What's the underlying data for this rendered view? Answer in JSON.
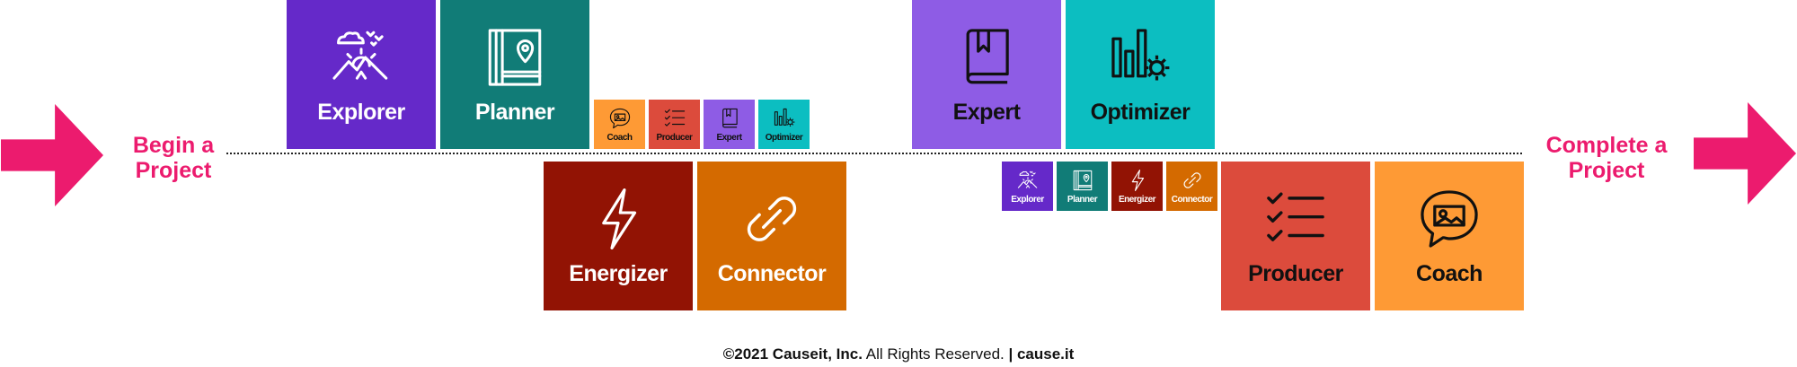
{
  "start_label": [
    "Begin a",
    "Project"
  ],
  "end_label": [
    "Complete a",
    "Project"
  ],
  "colors": {
    "accent_pink": "#ec1b6e",
    "explorer": "#6529c9",
    "planner": "#117c77",
    "energizer": "#921304",
    "connector": "#d46a00",
    "expert": "#8e5ce5",
    "optimizer": "#0cbec1",
    "producer": "#dc4b3c",
    "coach": "#fe9a35"
  },
  "top_left": [
    {
      "label": "Explorer",
      "icon": "explorer-landscape-icon"
    },
    {
      "label": "Planner",
      "icon": "planner-map-icon"
    }
  ],
  "bottom_left": [
    {
      "label": "Energizer",
      "icon": "lightning-bolt-icon"
    },
    {
      "label": "Connector",
      "icon": "chain-link-icon"
    }
  ],
  "top_left_small": [
    {
      "label": "Coach",
      "icon": "speech-bubble-icon"
    },
    {
      "label": "Producer",
      "icon": "checklist-icon"
    },
    {
      "label": "Expert",
      "icon": "book-icon"
    },
    {
      "label": "Optimizer",
      "icon": "bars-gear-icon"
    }
  ],
  "top_right": [
    {
      "label": "Expert",
      "icon": "book-icon"
    },
    {
      "label": "Optimizer",
      "icon": "bars-gear-icon"
    }
  ],
  "bottom_right_small": [
    {
      "label": "Explorer",
      "icon": "explorer-landscape-icon"
    },
    {
      "label": "Planner",
      "icon": "planner-map-icon"
    },
    {
      "label": "Energizer",
      "icon": "lightning-bolt-icon"
    },
    {
      "label": "Connector",
      "icon": "chain-link-icon"
    }
  ],
  "bottom_right": [
    {
      "label": "Producer",
      "icon": "checklist-icon"
    },
    {
      "label": "Coach",
      "icon": "speech-bubble-icon"
    }
  ],
  "footer": {
    "copyright": "©2021 Causeit, Inc.",
    "rights": " All Rights Reserved. ",
    "separator": "| ",
    "url": "cause.it"
  }
}
